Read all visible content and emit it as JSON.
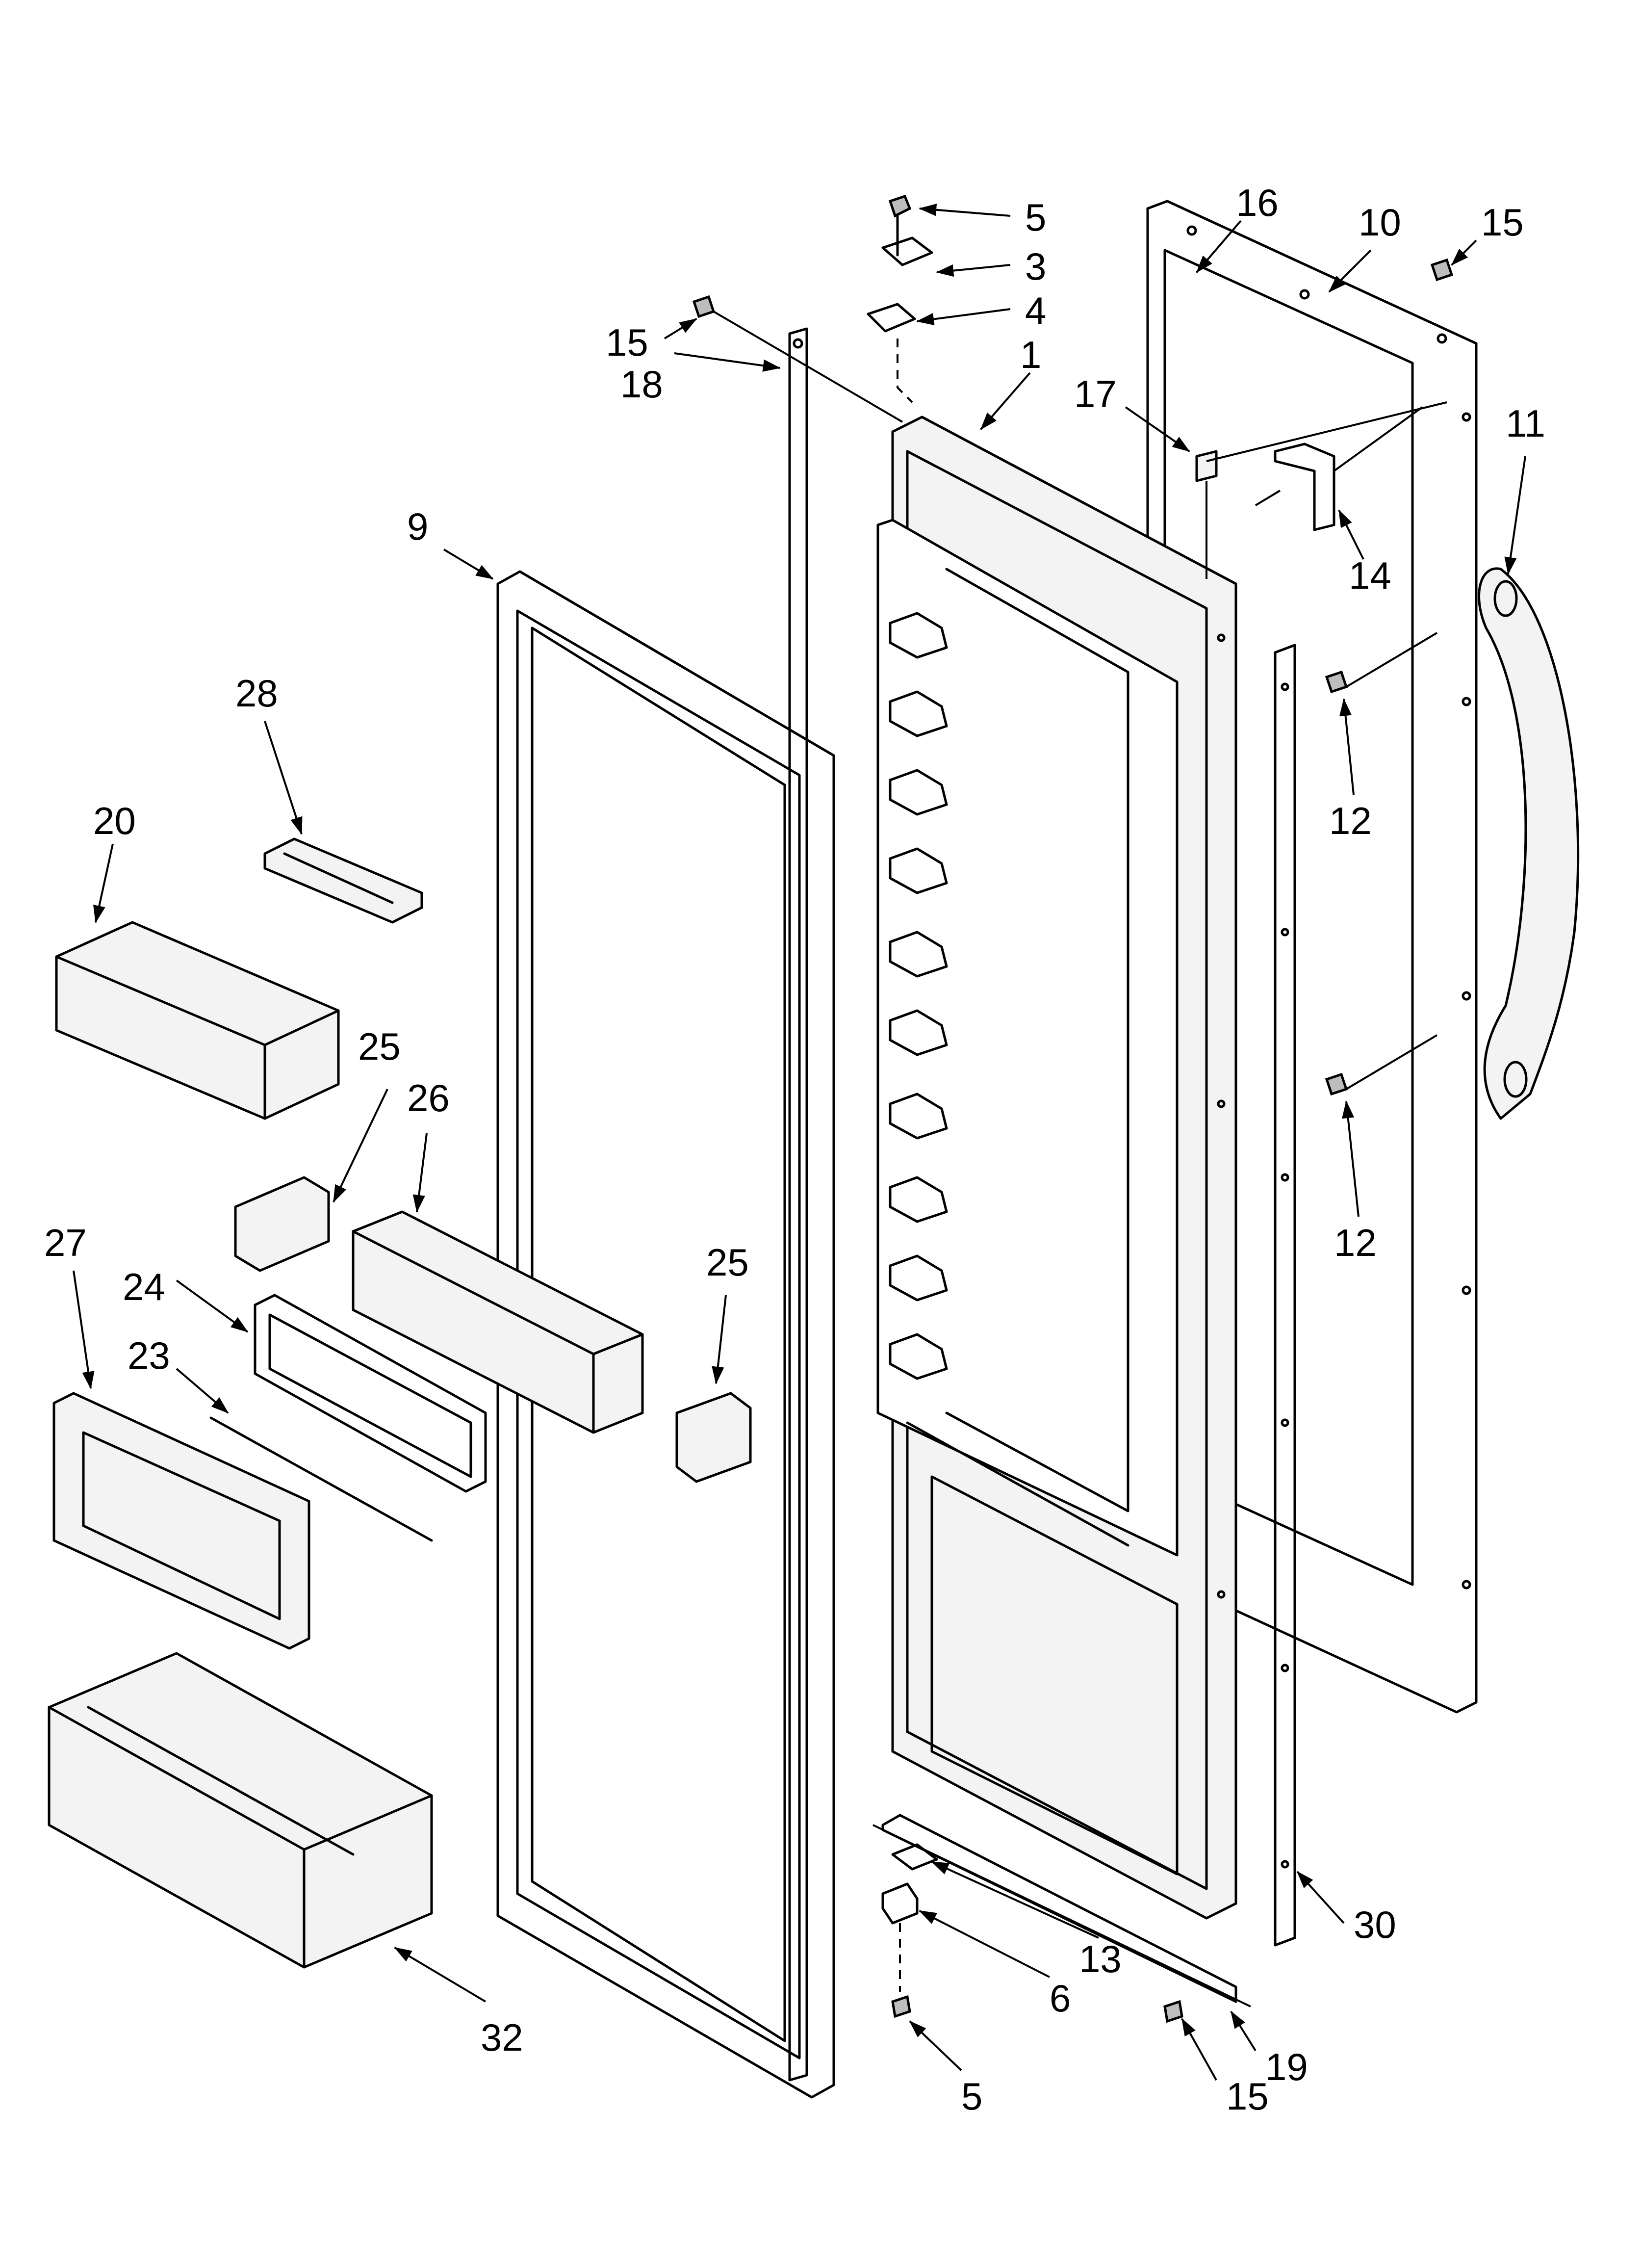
{
  "callouts": [
    {
      "id": "c5a",
      "label": "5"
    },
    {
      "id": "c3",
      "label": "3"
    },
    {
      "id": "c4",
      "label": "4"
    },
    {
      "id": "c16",
      "label": "16"
    },
    {
      "id": "c10",
      "label": "10"
    },
    {
      "id": "c15a",
      "label": "15"
    },
    {
      "id": "c15b",
      "label": "15"
    },
    {
      "id": "c18",
      "label": "18"
    },
    {
      "id": "c1",
      "label": "1"
    },
    {
      "id": "c17",
      "label": "17"
    },
    {
      "id": "c11",
      "label": "11"
    },
    {
      "id": "c14",
      "label": "14"
    },
    {
      "id": "c9",
      "label": "9"
    },
    {
      "id": "c12a",
      "label": "12"
    },
    {
      "id": "c28",
      "label": "28"
    },
    {
      "id": "c20",
      "label": "20"
    },
    {
      "id": "c25a",
      "label": "25"
    },
    {
      "id": "c26",
      "label": "26"
    },
    {
      "id": "c12b",
      "label": "12"
    },
    {
      "id": "c27",
      "label": "27"
    },
    {
      "id": "c25b",
      "label": "25"
    },
    {
      "id": "c24",
      "label": "24"
    },
    {
      "id": "c23",
      "label": "23"
    },
    {
      "id": "c13",
      "label": "13"
    },
    {
      "id": "c30",
      "label": "30"
    },
    {
      "id": "c6",
      "label": "6"
    },
    {
      "id": "c32",
      "label": "32"
    },
    {
      "id": "c19",
      "label": "19"
    },
    {
      "id": "c5b",
      "label": "5"
    },
    {
      "id": "c15c",
      "label": "15"
    }
  ]
}
